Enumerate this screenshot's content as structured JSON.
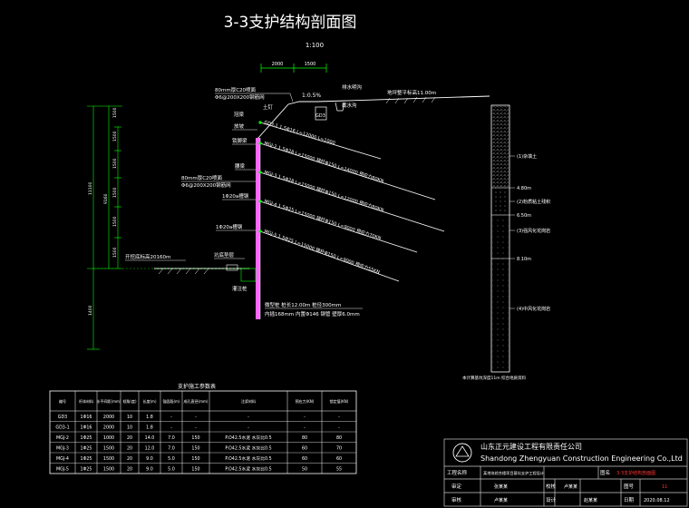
{
  "title": "3-3支护结构剖面图",
  "scale": "1:100",
  "top_dims": [
    "2000",
    "1500"
  ],
  "slope_ratio": "1:0.5%",
  "callouts": {
    "mesh1_line1": "80mm厚C20喷面",
    "mesh1_line2": "Φ6@200X200钢筋网",
    "drain": "排水明沟",
    "drain_sub": "截水沟",
    "gd3": "GD3",
    "top_elev": "地坪整平标高11.00m",
    "soil_nail": "土钉",
    "cap": "冠梁",
    "slope_face": "放坡",
    "crown": "锁脚梁",
    "waist": "腰梁",
    "mesh2_line1": "80mm厚C20喷面",
    "mesh2_line2": "Φ6@200X200钢筋网",
    "rebar1": "1Φ20a槽钢",
    "rebar2": "1Φ20a槽钢",
    "base_elev": "开挖底标高20160m",
    "pit_bottom": "坑底垫层",
    "pile_note": "灌注桩",
    "pile_spec1": "微型桩 桩长12.00m 桩径300mm",
    "pile_spec2": "内插168mm 内置Φ146 钢管 壁厚6.0mm",
    "column_note": "本计算基坑深度11m 综合地质资料"
  },
  "anchors": [
    {
      "label": "GD3-1 1.5Φ16 L=12000 L=1000"
    },
    {
      "label": "MGJ-2 1.5Φ28 L=15000 锚杆Φ150 L=14000 预应力80KN"
    },
    {
      "label": "MGJ-3 1.5Φ28 L=15000 锚杆Φ150 L=12000 预应力80KN"
    },
    {
      "label": "MGJ-4 1.5Φ25 L=15000 锚杆Φ150 L=9000 预应力70KN"
    },
    {
      "label": "MGJ-5 1.5Φ25 L=15000 锚杆Φ150 L=9000 预应力55KN"
    }
  ],
  "left_dims": [
    "1500",
    "1500",
    "1500",
    "1500",
    "1500",
    "1500",
    "9160",
    "11100",
    "1400"
  ],
  "strata": [
    {
      "label": "(1)杂填土"
    },
    {
      "label": "4.80m"
    },
    {
      "label": "(2)粉质粘土残积"
    },
    {
      "label": "6.50m"
    },
    {
      "label": "(3)强风化花岗岩"
    },
    {
      "label": "8.10m"
    },
    {
      "label": "(4)中风化花岗岩"
    }
  ],
  "table": {
    "caption": "支护施工参数表",
    "headers": [
      "编号",
      "杆体材料",
      "水平间距(mm)",
      "倾角(度)",
      "长度(m)",
      "锚固段(m)",
      "成孔直径(mm)",
      "注浆材料",
      "预应力(KN)",
      "锁定值(KN)"
    ],
    "rows": [
      [
        "GD3",
        "1Φ16",
        "2000",
        "10",
        "1.8",
        "-",
        "-",
        "-",
        "-",
        "-"
      ],
      [
        "GD3-1",
        "1Φ16",
        "2000",
        "10",
        "1.8",
        "-",
        "-",
        "-",
        "-",
        "-"
      ],
      [
        "MGJ-2",
        "1Φ25",
        "1000",
        "20",
        "14.0",
        "7.0",
        "150",
        "P.O42.5水泥 水灰比0.5",
        "80",
        "80"
      ],
      [
        "MGJ-3",
        "1Φ25",
        "1500",
        "20",
        "12.0",
        "7.0",
        "150",
        "P.O42.5水泥 水灰比0.5",
        "60",
        "70"
      ],
      [
        "MGJ-4",
        "1Φ25",
        "1500",
        "20",
        "9.0",
        "5.0",
        "150",
        "P.O42.5水泥 水灰比0.5",
        "60",
        "60"
      ],
      [
        "MGJ-5",
        "1Φ25",
        "1500",
        "20",
        "9.0",
        "5.0",
        "150",
        "P.O42.5水泥 水灰比0.5",
        "50",
        "55"
      ]
    ]
  },
  "title_block": {
    "company_cn": "山东正元建设工程有限责任公司",
    "company_en": "Shandong Zhengyuan Construction Engineering Co.,Ltd",
    "project_label": "工程名称",
    "project_name": "某地块综合楼项目基坑支护工程设计",
    "drawing_name_label": "图名",
    "drawing_name": "3-3支护结构剖面图",
    "review_label": "审定",
    "review_value": "张某某",
    "check_label": "校核",
    "check_value": "卢某某",
    "sheet_label": "图号",
    "sheet_value": "11",
    "audit_label": "审核",
    "audit_value": "卢某某",
    "design_label": "设计",
    "design_value": "赵某某",
    "date_label": "日期",
    "date_value": "2020.08.12"
  },
  "colors": {
    "line": "#ffffff",
    "green": "#00ff00",
    "pile": "#ff66ff",
    "red": "#ff3333",
    "title_line": "#cccccc"
  }
}
